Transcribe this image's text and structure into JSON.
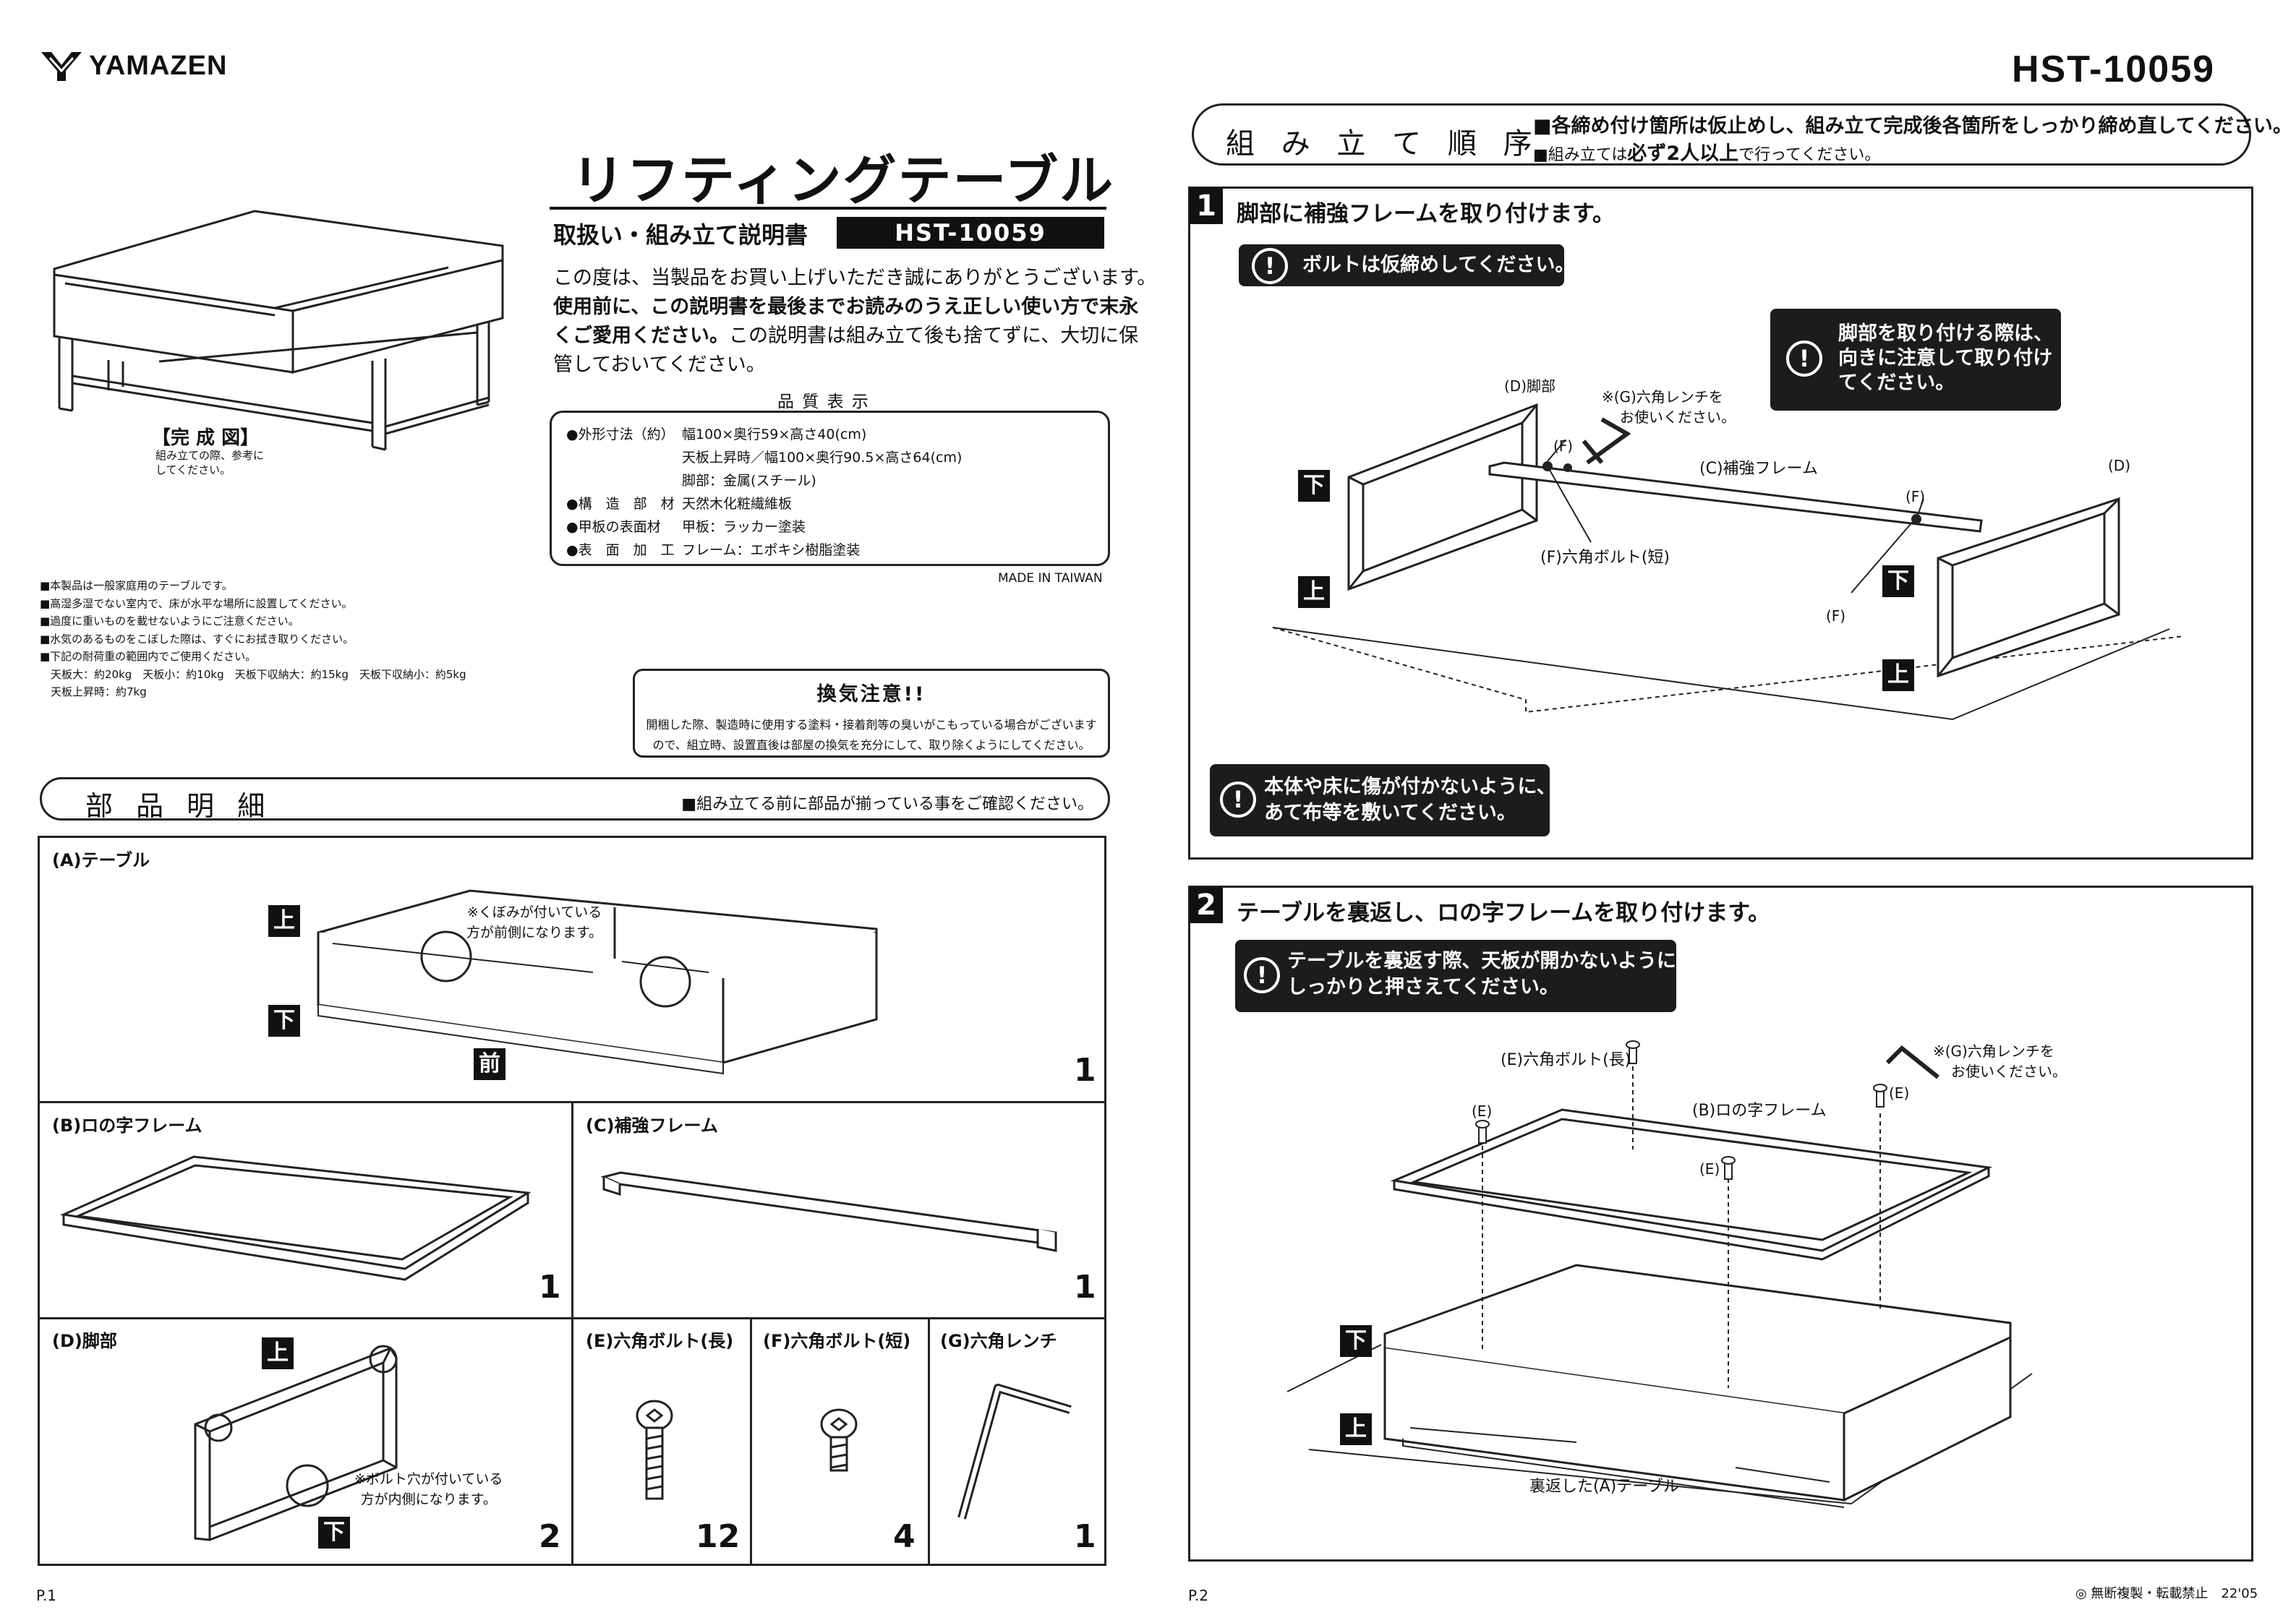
{
  "brand": {
    "logo": "YAMAZEN",
    "model_top": "HST-10059"
  },
  "cover": {
    "title": "リフティングテーブル",
    "subtitle": "取扱い・組み立て説明書",
    "model_badge": "HST-10059",
    "intro_1": "この度は、当製品をお買い上げいただき誠にありがとうございます。",
    "intro_2": "使用前に、この説明書を最後までお読みのうえ正しい使い方で末永",
    "intro_3a": "くご愛用ください。",
    "intro_3b": "この説明書は組み立て後も捨てずに、大切に保",
    "intro_4": "管しておいてください。",
    "complete_label": "【完 成 図】",
    "complete_note_1": "組み立ての際、参考に",
    "complete_note_2": "してください。",
    "quality_title": "品 質 表 示",
    "quality_rows": [
      {
        "label": "●外形寸法（約）",
        "value": "幅100×奥行59×高さ40(cm)"
      },
      {
        "label": "",
        "value": "天板上昇時／幅100×奥行90.5×高さ64(cm)"
      },
      {
        "label": "",
        "value": "脚部：金属(スチール)"
      },
      {
        "label": "●構　造　部　材",
        "value": "天然木化粧繊維板"
      },
      {
        "label": "●甲板の表面材",
        "value": "甲板：ラッカー塗装"
      },
      {
        "label": "●表　面　加　工",
        "value": "フレーム：エポキシ樹脂塗装"
      }
    ],
    "made_in": "MADE IN TAIWAN",
    "cautions": [
      "■本製品は一般家庭用のテーブルです。",
      "■高湿多湿でない室内で、床が水平な場所に設置してください。",
      "■過度に重いものを載せないようにご注意ください。",
      "■水気のあるものをこぼした際は、すぐにお拭き取りください。",
      "■下記の耐荷重の範囲内でご使用ください。",
      "　天板大：約20kg　天板小：約10kg　天板下収納大：約15kg　天板下収納小：約5kg",
      "　天板上昇時：約7kg"
    ],
    "vent_title": "換気注意!!",
    "vent_text_1": "開梱した際、製造時に使用する塗料・接着剤等の臭いがこもっている場合がございます",
    "vent_text_2": "ので、組立時、設置直後は部屋の換気を充分にして、取り除くようにしてください。"
  },
  "parts": {
    "heading": "部 品 明 細",
    "note": "■組み立てる前に部品が揃っている事をご確認ください。",
    "a": {
      "label": "(A)テーブル",
      "top": "上",
      "bottom": "下",
      "front": "前",
      "note_1": "※くぼみが付いている",
      "note_2": "方が前側になります。",
      "qty": "1"
    },
    "b": {
      "label": "(B)ロの字フレーム",
      "qty": "1"
    },
    "c": {
      "label": "(C)補強フレーム",
      "qty": "1"
    },
    "d": {
      "label": "(D)脚部",
      "top": "上",
      "bottom": "下",
      "note_1": "※ボルト穴が付いている",
      "note_2": "方が内側になります。",
      "qty": "2"
    },
    "e": {
      "label": "(E)六角ボルト(長)",
      "qty": "12"
    },
    "f": {
      "label": "(F)六角ボルト(短)",
      "qty": "4"
    },
    "g": {
      "label": "(G)六角レンチ",
      "qty": "1"
    }
  },
  "assembly": {
    "heading": "組 み 立 て 順 序",
    "note_1": "■各締め付け箇所は仮止めし、組み立て完成後各箇所をしっかり締め直してください。",
    "note_2a": "■組み立ては",
    "note_2b": "必ず2人以上",
    "note_2c": "で行ってください。",
    "step1": {
      "num": "1",
      "title": "脚部に補強フレームを取り付けます。",
      "warn_1": "ボルトは仮締めしてください。",
      "warn_2": [
        "脚部を取り付ける際は、",
        "向きに注意して取り付け",
        "てください。"
      ],
      "warn_3": [
        "本体や床に傷が付かないように、",
        "あて布等を敷いてください。"
      ],
      "label_d1": "(D)脚部",
      "label_d2": "(D)",
      "label_wrench_1": "※(G)六角レンチを",
      "label_wrench_2": "お使いください。",
      "label_c": "(C)補強フレーム",
      "label_f": "(F)",
      "label_f_bolt": "(F)六角ボルト(短)",
      "up": "上",
      "down": "下"
    },
    "step2": {
      "num": "2",
      "title": "テーブルを裏返し、ロの字フレームを取り付けます。",
      "warn_1": [
        "テーブルを裏返す際、天板が開かないように",
        "しっかりと押さえてください。"
      ],
      "label_e_long": "(E)六角ボルト(長)",
      "label_wrench_1": "※(G)六角レンチを",
      "label_wrench_2": "お使いください。",
      "label_e": "(E)",
      "label_b": "(B)ロの字フレーム",
      "label_table": "裏返した(A)テーブル",
      "up": "上",
      "down": "下"
    }
  },
  "footer": {
    "p1": "P.1",
    "p2": "P.2",
    "copyright": "◎ 無断複製・転載禁止　22'05"
  }
}
